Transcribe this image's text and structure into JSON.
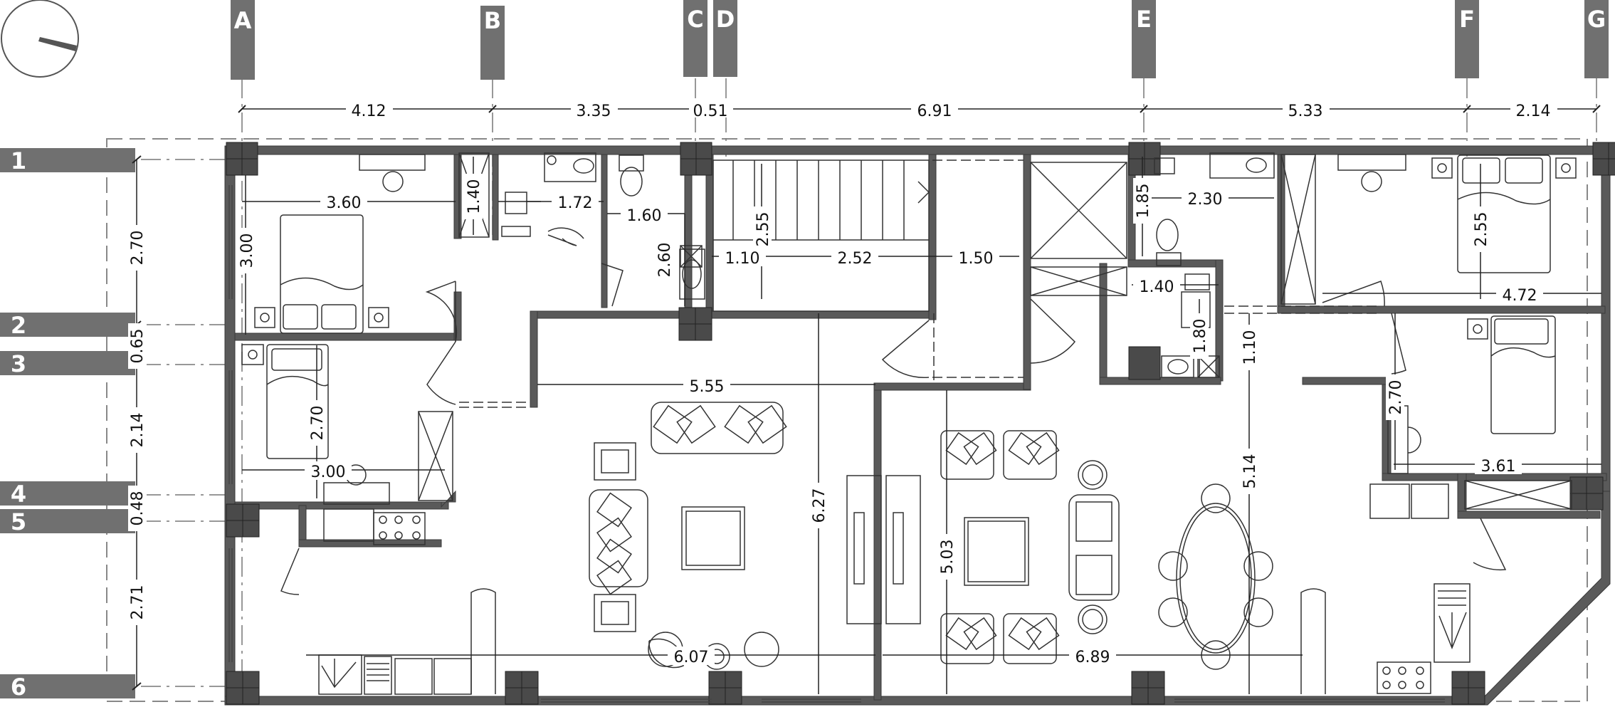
{
  "colors": {
    "wall": "#5a5a5a",
    "wall_stroke": "#3a3a3a",
    "column": "#4a4a4a",
    "tag_fill": "#707070",
    "tag_text": "#ffffff",
    "line": "#222222",
    "dim": "#111111",
    "background": "#ffffff"
  },
  "grid": {
    "columns": [
      {
        "label": "A"
      },
      {
        "label": "B"
      },
      {
        "label": "C"
      },
      {
        "label": "D"
      },
      {
        "label": "E"
      },
      {
        "label": "F"
      },
      {
        "label": "G"
      }
    ],
    "rows": [
      {
        "label": "1"
      },
      {
        "label": "2"
      },
      {
        "label": "3"
      },
      {
        "label": "4"
      },
      {
        "label": "5"
      },
      {
        "label": "6"
      }
    ]
  },
  "dimensions": {
    "top_chain": [
      "4.12",
      "3.35",
      "0.51",
      "6.91",
      "5.33",
      "2.14"
    ],
    "left_chain": [
      "2.70",
      "0.65",
      "2.14",
      "0.48",
      "2.71"
    ]
  },
  "room_dimensions": [
    "3.60",
    "3.00",
    "1.40",
    "1.72",
    "1.60",
    "2.60",
    "2.55",
    "1.10",
    "2.52",
    "1.50",
    "2.30",
    "1.85",
    "1.40",
    "1.80",
    "1.10",
    "2.55",
    "4.72",
    "2.70",
    "3.00",
    "5.55",
    "6.27",
    "5.03",
    "5.14",
    "2.70",
    "3.61",
    "6.07",
    "6.89"
  ]
}
